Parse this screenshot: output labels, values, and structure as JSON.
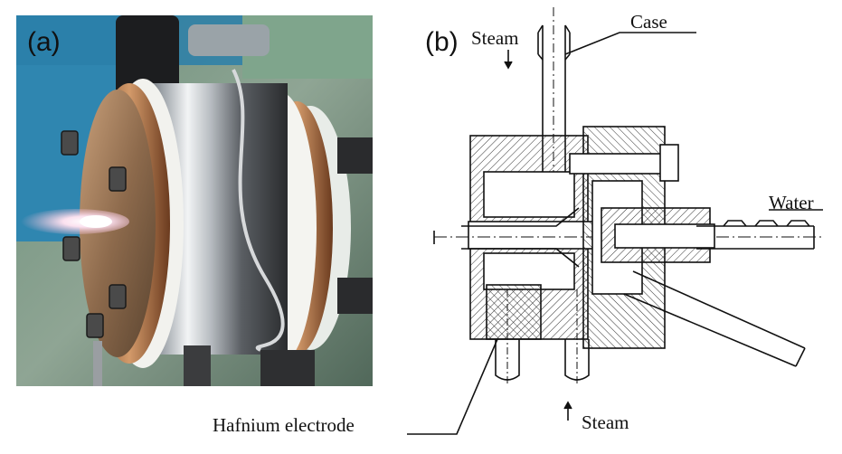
{
  "panel_a": {
    "label": "(a)"
  },
  "panel_b": {
    "label": "(b)",
    "callouts": {
      "steam_top": "Steam",
      "case": "Case",
      "water": "Water",
      "hafnium_electrode": "Hafnium electrode",
      "steam_bottom": "Steam"
    }
  }
}
